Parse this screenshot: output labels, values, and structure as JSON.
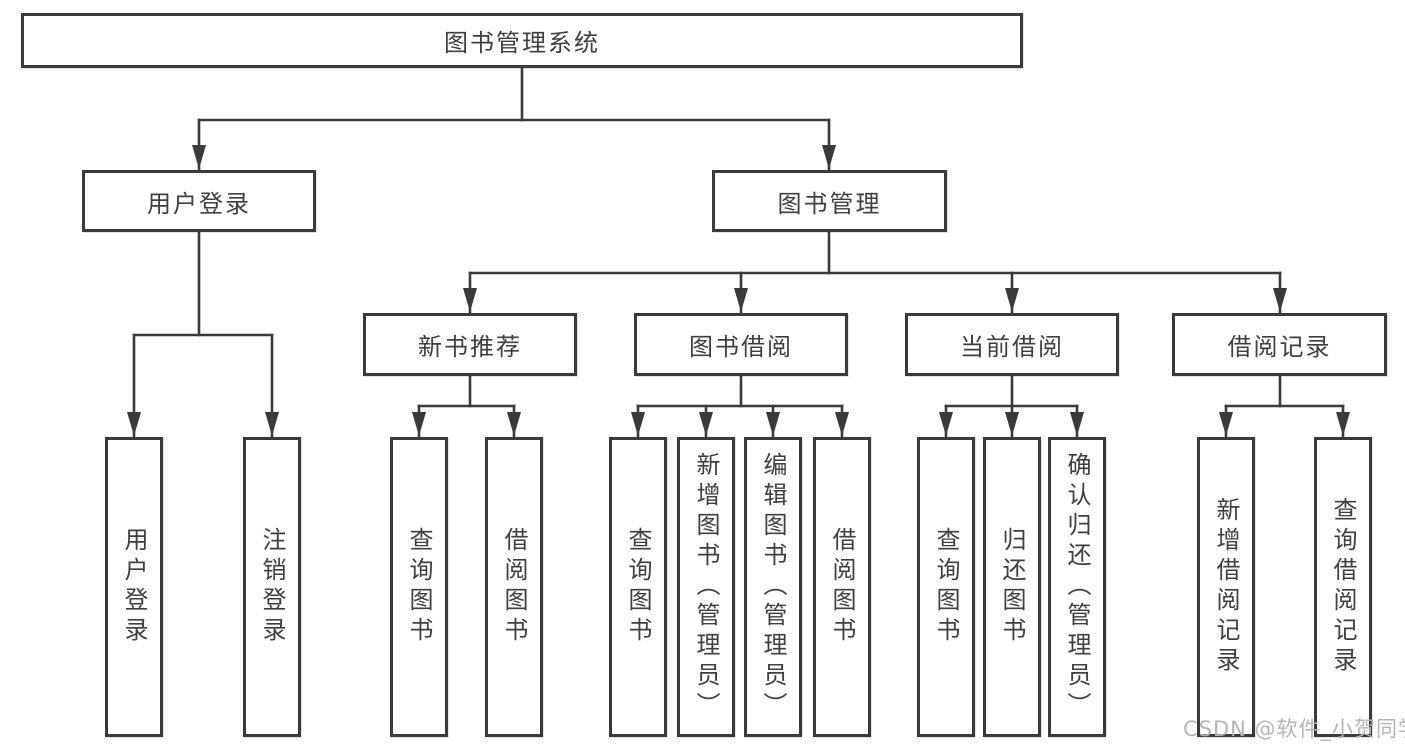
{
  "diagram": {
    "title": "图书管理系统",
    "branches": [
      {
        "label": "用户登录",
        "children": [
          {
            "label": "用户登录"
          },
          {
            "label": "注销登录"
          }
        ]
      },
      {
        "label": "图书管理",
        "children": [
          {
            "label": "新书推荐",
            "children": [
              {
                "label": "查询图书"
              },
              {
                "label": "借阅图书"
              }
            ]
          },
          {
            "label": "图书借阅",
            "children": [
              {
                "label": "查询图书"
              },
              {
                "label": "新增图书（管理员）"
              },
              {
                "label": "编辑图书（管理员）"
              },
              {
                "label": "借阅图书"
              }
            ]
          },
          {
            "label": "当前借阅",
            "children": [
              {
                "label": "查询图书"
              },
              {
                "label": "归还图书"
              },
              {
                "label": "确认归还（管理员）"
              }
            ]
          },
          {
            "label": "借阅记录",
            "children": [
              {
                "label": "新增借阅记录"
              },
              {
                "label": "查询借阅记录"
              }
            ]
          }
        ]
      }
    ]
  },
  "watermark": {
    "text": "CSDN @软件_小贺同学"
  },
  "colors": {
    "line": "#3a3a3a",
    "text": "#3f3f3f",
    "bg": "#ffffff",
    "watermark": "#b5b5b5"
  }
}
